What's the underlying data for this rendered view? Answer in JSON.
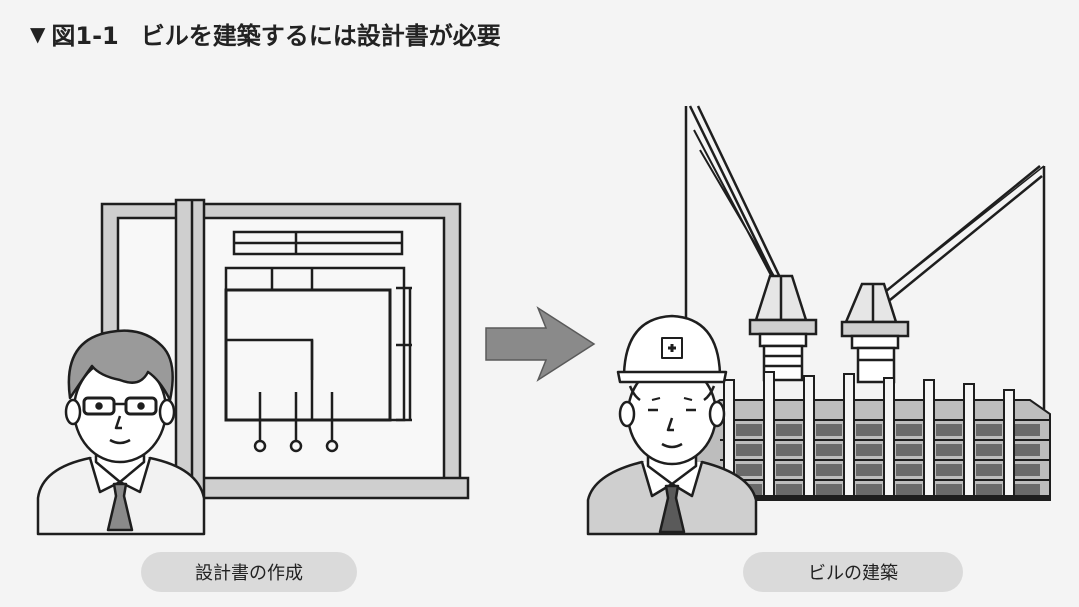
{
  "figure": {
    "marker": "▼",
    "number": "図1-1",
    "title": "ビルを建築するには設計書が必要"
  },
  "captions": {
    "design": "設計書の作成",
    "build": "ビルの建築"
  },
  "colors": {
    "background": "#f4f4f4",
    "caption_bg": "#dadada",
    "arrow": "#8a8a8a",
    "ink": "#1e1e1e"
  }
}
